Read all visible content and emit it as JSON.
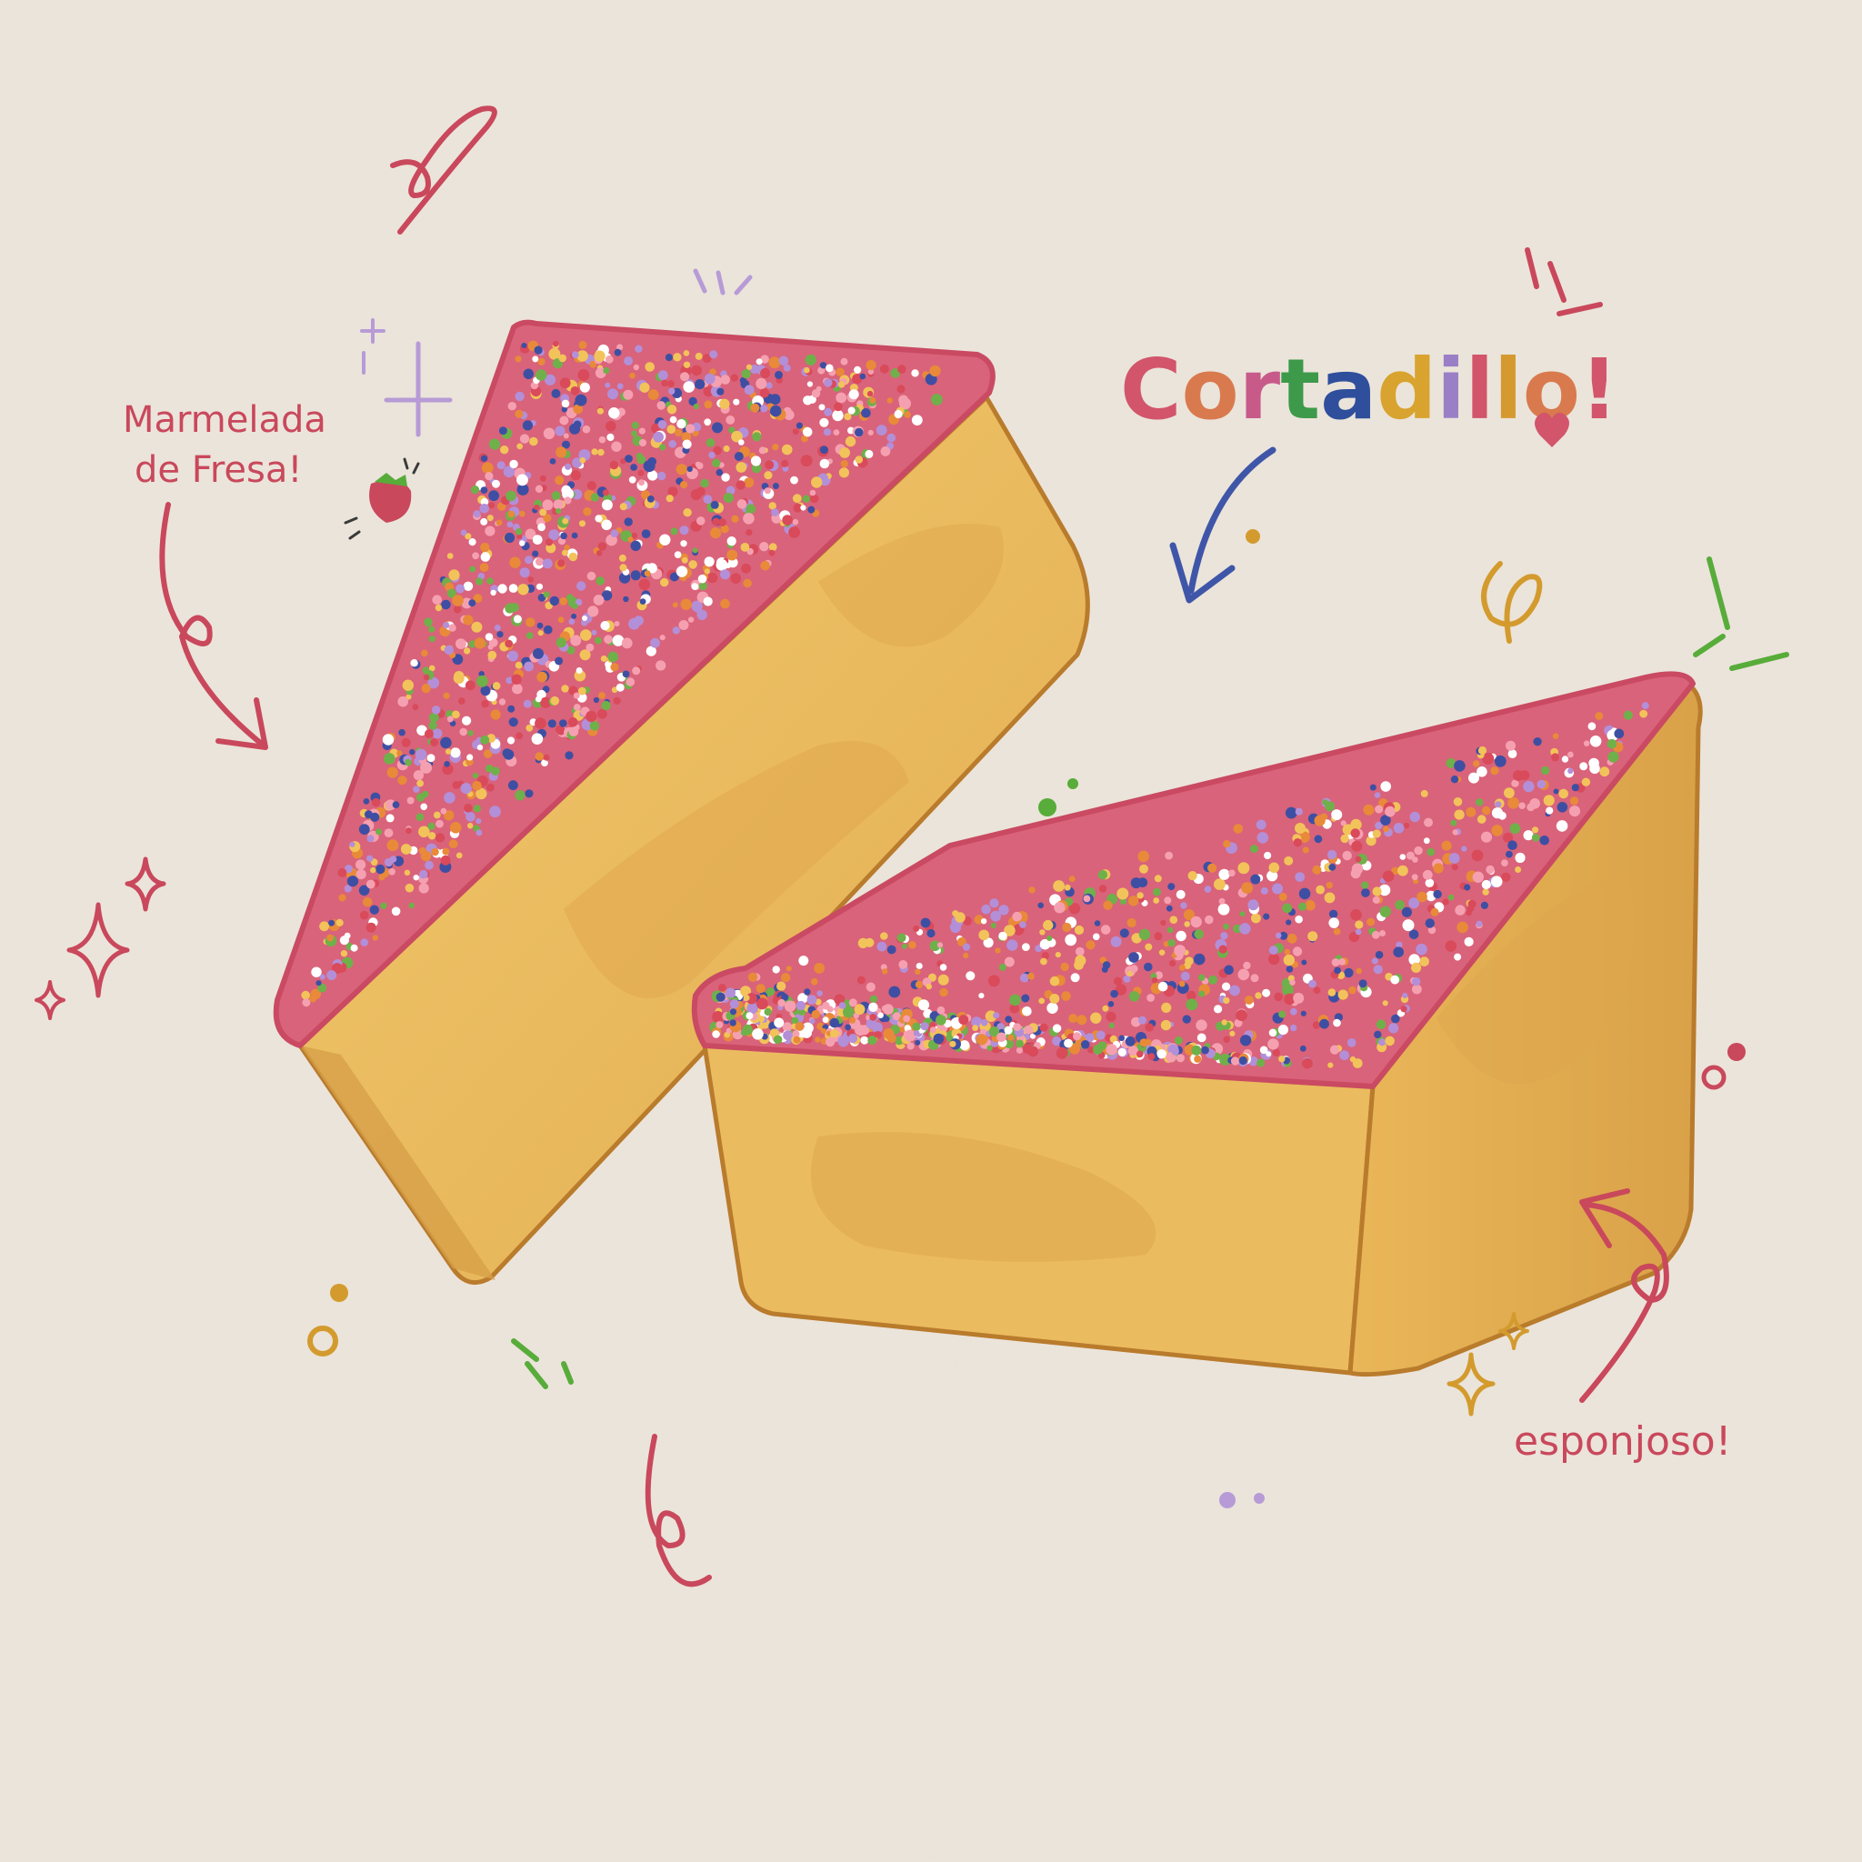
{
  "title": {
    "letters": [
      "C",
      "o",
      "r",
      "t",
      "a",
      "d",
      "i",
      "l",
      "l",
      "o",
      "!"
    ],
    "colors": [
      "#d2556b",
      "#d97a4e",
      "#c85a8a",
      "#3d9a4a",
      "#2f4f9c",
      "#d8a32e",
      "#9a7fc6",
      "#d2556b",
      "#d59a2f",
      "#d97a4e",
      "#d2556b"
    ]
  },
  "labels": {
    "marmelada_line1": "Marmelada",
    "marmelada_line2": "de Fresa!",
    "esponjoso": "esponjoso!"
  },
  "colors": {
    "paper": "#ede6dc",
    "jam": "#d9637a",
    "jam_edge": "#c94a62",
    "cake": "#e8b85a",
    "cake_light": "#f0c96e",
    "cake_shadow": "#d7a048",
    "cake_outline": "#b97b2c",
    "doodle_red": "#c9485c",
    "doodle_blue": "#3f56a8",
    "doodle_gold": "#d39b2e",
    "doodle_green": "#58ac3a",
    "doodle_purple": "#b79bd6"
  },
  "sprinkle_colors": [
    "#f2c35a",
    "#6fb04a",
    "#3e4fa3",
    "#ffffff",
    "#e88a3a",
    "#b38fd8",
    "#f5a0b0",
    "#d94a5a"
  ]
}
